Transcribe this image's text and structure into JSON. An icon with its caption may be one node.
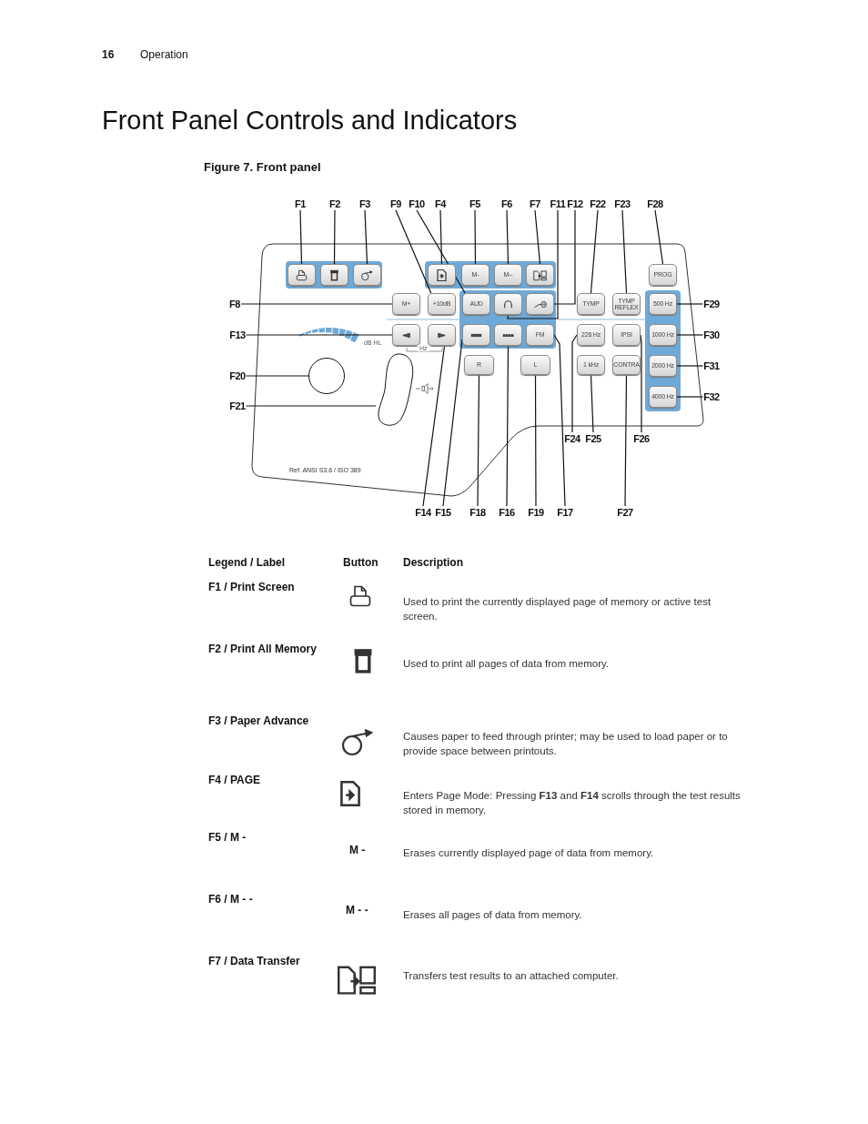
{
  "diagram": {
    "title": "Front Panel Controls and Indicators",
    "caption": "Figure 7. Front panel",
    "nodes": [
      {
        "text": [
          "F1"
        ]
      },
      {
        "text": [
          "F2"
        ]
      },
      {
        "text": [
          "F3"
        ]
      },
      {
        "text": [
          "F9"
        ]
      },
      {
        "text": [
          "F10"
        ]
      },
      {
        "text": [
          "F4"
        ]
      },
      {
        "text": [
          "F5"
        ]
      },
      {
        "text": [
          "F6"
        ]
      },
      {
        "text": [
          "F7"
        ]
      },
      {
        "text": [
          "F11"
        ]
      },
      {
        "text": [
          "F12"
        ]
      },
      {
        "text": [
          "F22"
        ]
      },
      {
        "text": [
          "F23"
        ]
      },
      {
        "text": [
          "F28"
        ]
      },
      {
        "text": [
          "F8"
        ]
      },
      {
        "text": [
          "F13"
        ]
      },
      {
        "text": [
          "F20"
        ]
      },
      {
        "text": [
          "F21"
        ]
      },
      {
        "text": [
          "F29"
        ]
      },
      {
        "text": [
          "F30"
        ]
      },
      {
        "text": [
          "F31"
        ]
      },
      {
        "text": [
          "F32"
        ]
      },
      {
        "text": [
          "F24"
        ]
      },
      {
        "text": [
          "F25"
        ]
      },
      {
        "text": [
          "F26"
        ]
      },
      {
        "text": [
          "F14"
        ]
      },
      {
        "text": [
          "F15"
        ]
      },
      {
        "text": [
          "F18"
        ]
      },
      {
        "text": [
          "F16"
        ]
      },
      {
        "text": [
          "F19"
        ]
      },
      {
        "text": [
          "F17"
        ]
      },
      {
        "text": [
          "F27"
        ]
      },
      {
        "text": [],
        "shape": "box",
        "in": 64
      },
      {
        "text": [],
        "shape": "box",
        "in": 64
      },
      {
        "text": [],
        "shape": "box",
        "in": 64
      },
      {
        "text": [],
        "shape": "box",
        "in": 65
      },
      {
        "text": [
          "M-"
        ],
        "in": 65
      },
      {
        "text": [
          "M--"
        ],
        "in": 65
      },
      {
        "text": [],
        "shape": "box",
        "in": 65
      },
      {
        "text": [
          "PROG"
        ]
      },
      {
        "text": [
          "M+"
        ]
      },
      {
        "text": [
          "+10dB"
        ]
      },
      {
        "text": [
          "AUD"
        ],
        "in": 66
      },
      {
        "text": [],
        "shape": "box",
        "in": 66
      },
      {
        "text": [],
        "shape": "box",
        "in": 66
      },
      {
        "text": [
          "TYMP"
        ]
      },
      {
        "text": [
          "TYMP REFLEX"
        ]
      },
      {
        "text": [
          "500 Hz"
        ],
        "in": 67
      },
      {
        "text": [],
        "shape": "box"
      },
      {
        "text": [],
        "shape": "box"
      },
      {
        "text": [],
        "shape": "box",
        "in": 66
      },
      {
        "text": [],
        "shape": "box",
        "in": 66
      },
      {
        "text": [
          "FM"
        ],
        "in": 66
      },
      {
        "text": [
          "226 Hz"
        ]
      },
      {
        "text": [
          "IPSI"
        ]
      },
      {
        "text": [
          "1000 Hz"
        ],
        "in": 67
      },
      {
        "text": [
          "R"
        ]
      },
      {
        "text": [
          "L"
        ]
      },
      {
        "text": [
          "1 kHz"
        ]
      },
      {
        "text": [
          "CONTRA"
        ]
      },
      {
        "text": [
          "2000 Hz"
        ],
        "in": 67
      },
      {
        "text": [
          "4000 Hz"
        ],
        "in": 67
      },
      {
        "text": [],
        "shape": "circle"
      },
      {
        "text": [],
        "shape": "oval"
      },
      {
        "text": [],
        "shape": "band"
      },
      {
        "text": [],
        "shape": "band"
      },
      {
        "text": [],
        "shape": "band"
      },
      {
        "text": [],
        "shape": "band"
      }
    ],
    "edges": [
      {
        "from": 0,
        "to": 32,
        "arrow": "none"
      },
      {
        "from": 1,
        "to": 33,
        "arrow": "none"
      },
      {
        "from": 2,
        "to": 34,
        "arrow": "none"
      },
      {
        "from": 3,
        "to": 41,
        "arrow": "none"
      },
      {
        "from": 4,
        "to": 42,
        "arrow": "none"
      },
      {
        "from": 5,
        "to": 35,
        "arrow": "none"
      },
      {
        "from": 6,
        "to": 36,
        "arrow": "none"
      },
      {
        "from": 7,
        "to": 37,
        "arrow": "none"
      },
      {
        "from": 8,
        "to": 38,
        "arrow": "none"
      },
      {
        "from": 9,
        "to": 43,
        "arrow": "none"
      },
      {
        "from": 10,
        "to": 44,
        "arrow": "none"
      },
      {
        "from": 11,
        "to": 45,
        "arrow": "none"
      },
      {
        "from": 12,
        "to": 46,
        "arrow": "none"
      },
      {
        "from": 13,
        "to": 39,
        "arrow": "none"
      },
      {
        "from": 14,
        "to": 40,
        "arrow": "none"
      },
      {
        "from": 15,
        "to": 48,
        "arrow": "none"
      },
      {
        "from": 16,
        "to": 62,
        "arrow": "none"
      },
      {
        "from": 17,
        "to": 63,
        "arrow": "none"
      },
      {
        "from": 18,
        "to": 47,
        "arrow": "none"
      },
      {
        "from": 19,
        "to": 55,
        "arrow": "none"
      },
      {
        "from": 20,
        "to": 60,
        "arrow": "none"
      },
      {
        "from": 21,
        "to": 61,
        "arrow": "none"
      },
      {
        "from": 22,
        "to": 53,
        "arrow": "none"
      },
      {
        "from": 23,
        "to": 58,
        "arrow": "none"
      },
      {
        "from": 24,
        "to": 54,
        "arrow": "none"
      },
      {
        "from": 25,
        "to": 49,
        "arrow": "none"
      },
      {
        "from": 26,
        "to": 50,
        "arrow": "none"
      },
      {
        "from": 27,
        "to": 56,
        "arrow": "none"
      },
      {
        "from": 28,
        "to": 51,
        "arrow": "none"
      },
      {
        "from": 29,
        "to": 57,
        "arrow": "none"
      },
      {
        "from": 30,
        "to": 52,
        "arrow": "none"
      },
      {
        "from": 31,
        "to": 59,
        "arrow": "none"
      }
    ],
    "labels": [
      "16",
      "Operation",
      "dB HL",
      "Hz",
      "Ref. ANSI S3.6 / ISO 389",
      "Legend / Label",
      "Button",
      "Description",
      "F1 / Print Screen",
      "Used to print the currently displayed page of memory or active test screen.",
      "F2 / Print All Memory",
      "Used to print all pages of data from memory.",
      "F3 / Paper Advance",
      "Causes paper to feed through printer; may be used to load paper or to provide space between printouts.",
      "F4 / PAGE",
      "Enters Page Mode: Pressing **F13** and **F14** scrolls through the test results stored in memory.",
      "F5 / M -",
      "M -",
      "Erases currently displayed page of data from memory.",
      "F6 / M - -",
      "M - -",
      "Erases all pages of data from memory.",
      "F7 / Data Transfer",
      "Transfers test results to an attached computer."
    ]
  }
}
